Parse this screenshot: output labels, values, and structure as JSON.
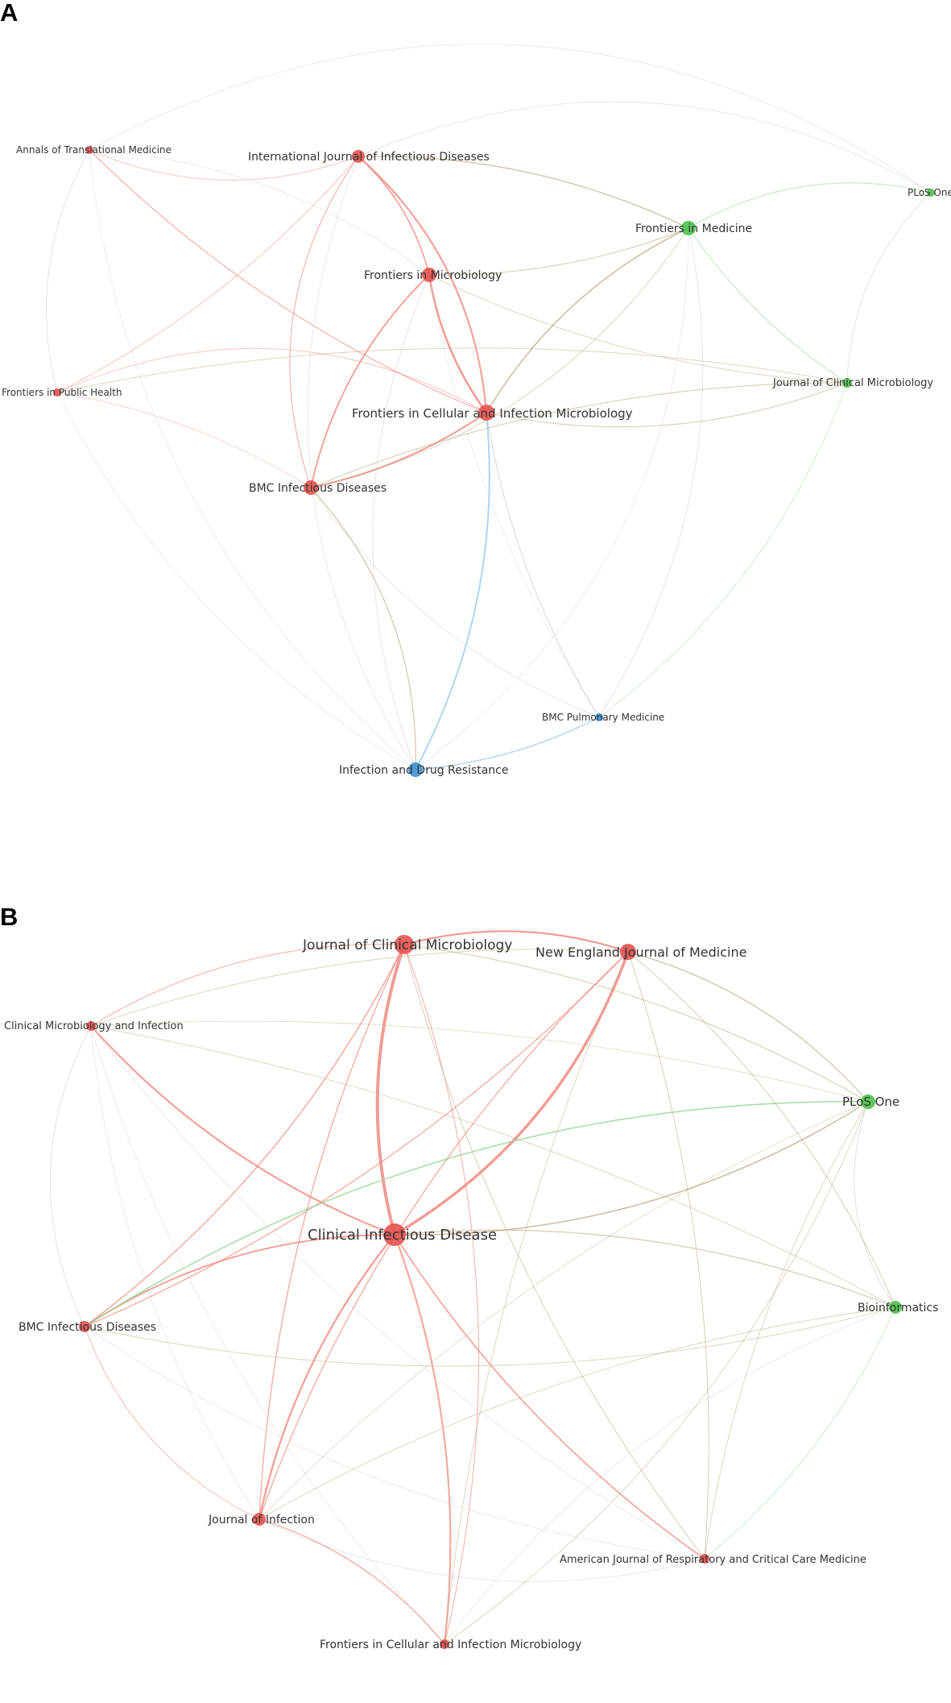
{
  "colors": {
    "red": "#e8524f",
    "green": "#4bc24b",
    "blue": "#3d8fd1",
    "edge_red": "#f08b82",
    "edge_mix": "#b9a57a",
    "edge_green": "#8fd28a",
    "edge_blue": "#8cc4ea",
    "edge_gray": "#c8c8c8"
  },
  "panels": [
    {
      "letter": "A",
      "nodes": [
        {
          "label": "Annals of Translational Medicine",
          "cluster": "red"
        },
        {
          "label": "International Journal of Infectious Diseases",
          "cluster": "red"
        },
        {
          "label": "Frontiers in Microbiology",
          "cluster": "red"
        },
        {
          "label": "Frontiers in Public Health",
          "cluster": "red"
        },
        {
          "label": "Frontiers in Cellular and Infection Microbiology",
          "cluster": "red"
        },
        {
          "label": "BMC Infectious Diseases",
          "cluster": "red"
        },
        {
          "label": "Frontiers in Medicine",
          "cluster": "green"
        },
        {
          "label": "PLoS One",
          "cluster": "green"
        },
        {
          "label": "Journal of Clinical Microbiology",
          "cluster": "green"
        },
        {
          "label": "BMC Pulmonary Medicine",
          "cluster": "blue"
        },
        {
          "label": "Infection and Drug Resistance",
          "cluster": "blue"
        }
      ]
    },
    {
      "letter": "B",
      "nodes": [
        {
          "label": "Journal of Clinical Microbiology",
          "cluster": "red"
        },
        {
          "label": "New England Journal of Medicine",
          "cluster": "red"
        },
        {
          "label": "Clinical Microbiology and Infection",
          "cluster": "red"
        },
        {
          "label": "Clinical Infectious Disease",
          "cluster": "red"
        },
        {
          "label": "BMC Infectious Diseases",
          "cluster": "red"
        },
        {
          "label": "Journal of Infection",
          "cluster": "red"
        },
        {
          "label": "American Journal of Respiratory and Critical Care Medicine",
          "cluster": "red"
        },
        {
          "label": "Frontiers in Cellular and Infection Microbiology",
          "cluster": "red"
        },
        {
          "label": "PLoS One",
          "cluster": "green"
        },
        {
          "label": "Bioinformatics",
          "cluster": "green"
        }
      ]
    }
  ]
}
